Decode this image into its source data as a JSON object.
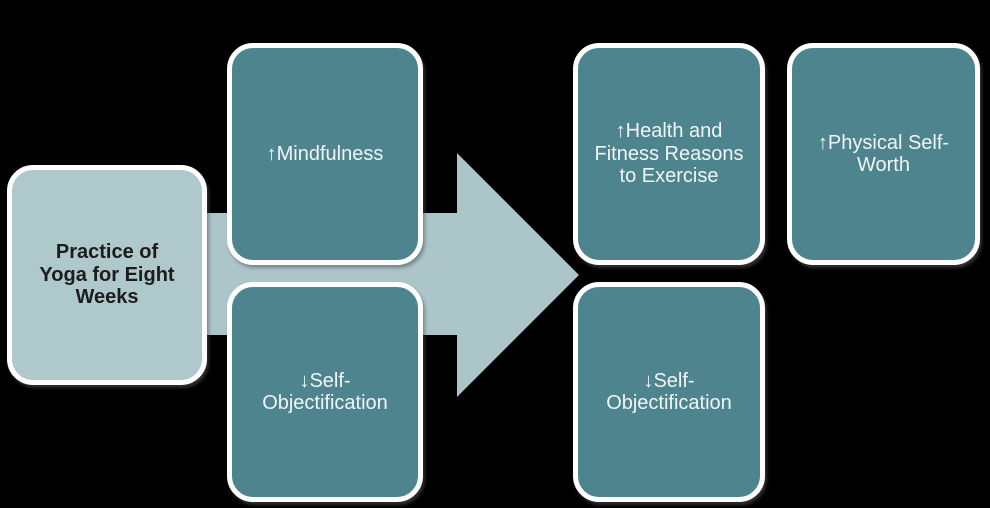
{
  "colors": {
    "background": "#000000",
    "dark_teal_box": "#4e848e",
    "light_teal_box": "#aec8cb",
    "arrow_fill": "#abc5c9",
    "box_border": "#ffffff",
    "dark_text": "#1c1c1c",
    "light_text": "#f0f5f5"
  },
  "diagram": {
    "input_box": {
      "label": "Practice of\nYoga for Eight\nWeeks"
    },
    "mediator_boxes": [
      {
        "label": "↑Mindfulness"
      },
      {
        "label": "↓Self-\nObjectification"
      }
    ],
    "outcome_boxes": [
      {
        "label": "↑Health and\nFitness Reasons\nto Exercise"
      },
      {
        "label": "↓Self-\nObjectification"
      },
      {
        "label": "↑Physical Self-\nWorth"
      }
    ],
    "arrow": {
      "direction": "right",
      "color": "#abc5c9"
    }
  }
}
